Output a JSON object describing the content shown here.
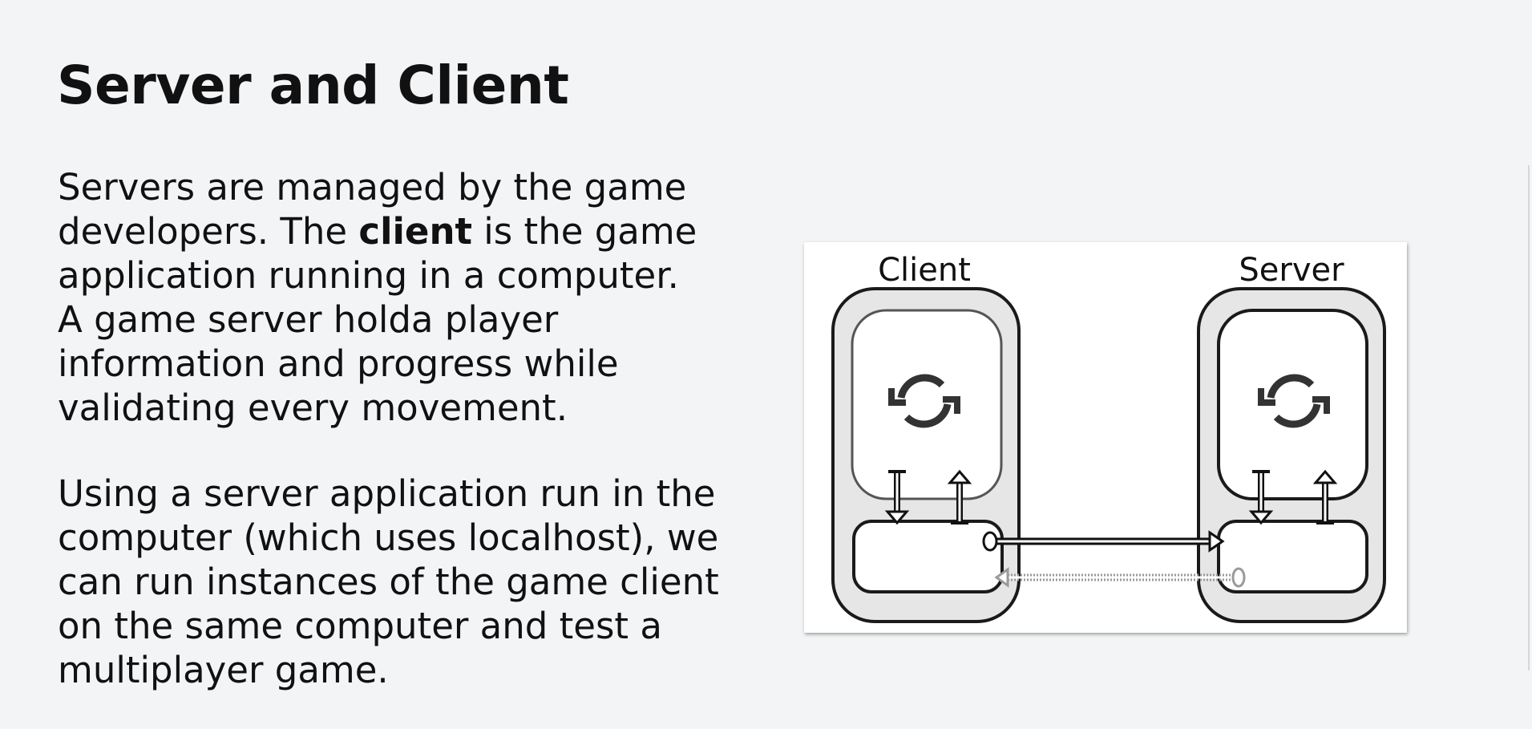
{
  "slide": {
    "title": "Server and Client",
    "paragraph_1": {
      "line_1": "Servers are managed by the game",
      "line_2_before": "developers. The ",
      "line_2_bold": "client",
      "line_2_after": " is the game",
      "line_3": "application running in a computer.",
      "line_4": "A game server holda player",
      "line_5": "information and progress while",
      "line_6": "validating every movement."
    },
    "paragraph_2": {
      "line_1": "Using a server application run in the",
      "line_2": "computer (which uses localhost), we",
      "line_3": "can run instances of the game client",
      "line_4": "on the same computer and test a",
      "line_5": "multiplayer game."
    }
  },
  "diagram": {
    "client_label": "Client",
    "server_label": "Server",
    "icons": {
      "client_loop": "refresh-icon",
      "server_loop": "refresh-icon"
    },
    "colors": {
      "outline": "#1a1a1a",
      "node_fill": "#e6e6e6",
      "inner_fill": "#ffffff",
      "icon": "#333333",
      "faded_arrow": "#9a9a9a"
    }
  }
}
